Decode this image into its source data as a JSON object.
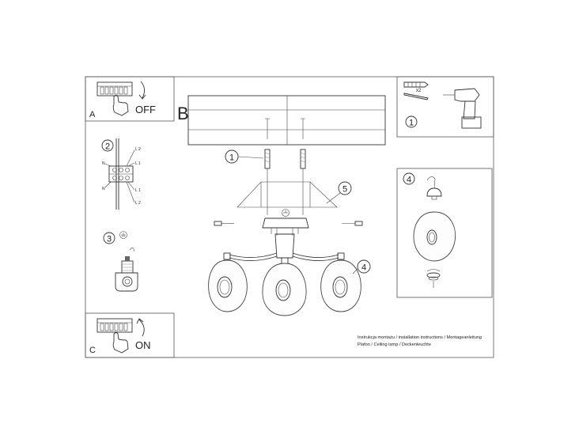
{
  "panels": {
    "a": {
      "letter": "A",
      "caption": "OFF"
    },
    "c": {
      "letter": "C",
      "caption": "ON"
    },
    "b": {
      "letter": "B"
    }
  },
  "steps": {
    "s1_tools": "1",
    "s1_screws": "1",
    "s2_wiring": "2",
    "s3_ground": "3",
    "s4_glass": "4",
    "s4_detail": "4",
    "s5_canopy": "5"
  },
  "wiring_labels": {
    "left_top": "N",
    "left_bottom": "N",
    "right_top": "L 2",
    "right_mid_top": "L 1",
    "right_mid_bottom": "L 1",
    "right_bottom": "L 2"
  },
  "tools": {
    "dowel_count": "x2"
  },
  "footer": {
    "line1": "Instrukcja montażu / installation instructions / Montageanleitung",
    "line2": "Plafon / Ceiling lamp / Deckenleuchte"
  }
}
